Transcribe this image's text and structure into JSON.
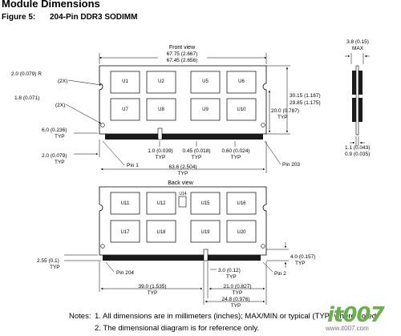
{
  "header": {
    "title": "Module Dimensions",
    "figure_label": "Figure 5:",
    "figure_title": "204-Pin DDR3 SODIMM"
  },
  "front_view": {
    "title": "Front view",
    "width_dims": [
      "67.75 (2.667)",
      "67.45 (2.656)"
    ],
    "chips_top": [
      "U1",
      "U2",
      "U5",
      "U6"
    ],
    "chips_bottom": [
      "U7",
      "U8",
      "U9",
      "U10"
    ],
    "radius_label": "2.0 (0.079) R",
    "radius_count": "(2X)",
    "hole_label": "1.8 (0.071)",
    "hole_count": "(2X)",
    "hole_height": "6.0 (0.236)",
    "hole_height_typ": "TYP",
    "edge_margin": "2.0 (0.079)",
    "edge_margin_typ": "TYP",
    "height_dims": [
      "30.15 (1.187)",
      "29.85 (1.175)"
    ],
    "inner_height": "20.0 (0.787)",
    "inner_height_typ": "TYP",
    "notch_width": "1.0 (0.039)",
    "notch_typ": "TYP",
    "pin_width": "0.45 (0.018)",
    "pin_width_typ": "TYP",
    "pin_pitch": "0.60 (0.024)",
    "pin_pitch_typ": "TYP",
    "pin_first": "Pin 1",
    "pin_last": "Pin 203",
    "span": "63.6 (2.504)",
    "span_typ": "TYP"
  },
  "side_view": {
    "thickness": "3.8 (0.15)",
    "thickness_max": "MAX",
    "pcb_dims": [
      "1.1 (0.043)",
      "0.9 (0.035)"
    ]
  },
  "back_view": {
    "title": "Back view",
    "chips_top": [
      "U11",
      "U12",
      "U15",
      "U16"
    ],
    "chips_bottom": [
      "U17",
      "U18",
      "U19",
      "U20"
    ],
    "spd_chip": "U14",
    "edge_height": "2.55 (0.1)",
    "edge_height_typ": "TYP",
    "key_height": "4.0 (0.157)",
    "key_height_typ": "TYP",
    "key_width": "3.0 (0.12)",
    "key_width_typ": "TYP",
    "pin_first": "Pin 204",
    "pin_last": "Pin 2",
    "left_span": "39.0 (1.535)",
    "left_span_typ": "TYP",
    "right_span": "21.0 (0.827)",
    "right_span_typ": "TYP",
    "total_span": "24.8 (0.976)",
    "total_span_typ": "TYP"
  },
  "notes": {
    "label": "Notes:",
    "items": [
      "1.   All dimensions are in millimeters (inches); MAX/MIN or typical (TYP) where noted.",
      "2.   The dimensional diagram is for reference only."
    ]
  },
  "watermark": {
    "text": "it007",
    "sub": "www.it007.com"
  }
}
